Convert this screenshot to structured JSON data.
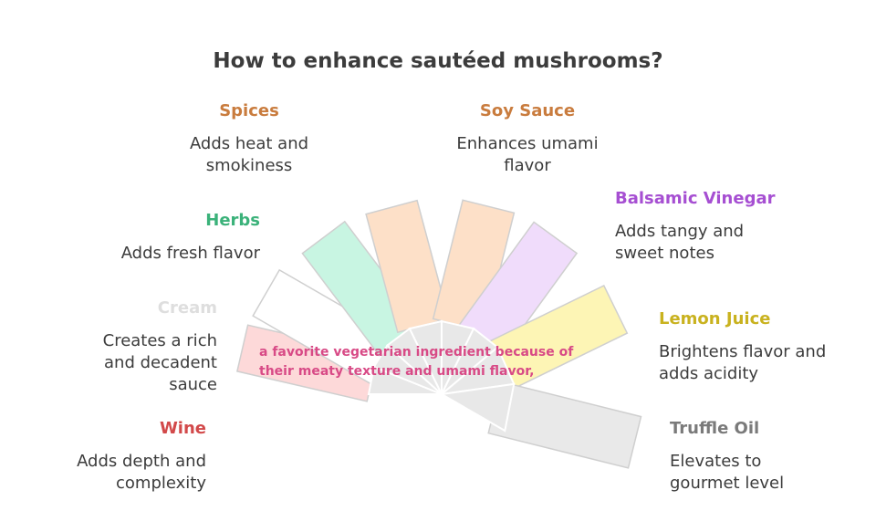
{
  "title": "How to enhance sautéed mushrooms?",
  "center_note": "a favorite vegetarian ingredient because of their meaty texture and umami flavor,",
  "items": [
    {
      "id": "spices",
      "label": "Spices",
      "desc": "Adds heat and smokiness",
      "color": "#c97c3e",
      "fill": "#fde0c8"
    },
    {
      "id": "soy-sauce",
      "label": "Soy Sauce",
      "desc": "Enhances umami flavor",
      "color": "#c97c3e",
      "fill": "#fde0c8"
    },
    {
      "id": "herbs",
      "label": "Herbs",
      "desc": "Adds fresh flavor",
      "color": "#3bb27a",
      "fill": "#c8f5e2"
    },
    {
      "id": "balsamic-vinegar",
      "label": "Balsamic Vinegar",
      "desc": "Adds tangy and sweet notes",
      "color": "#a64fd2",
      "fill": "#f0dcfb"
    },
    {
      "id": "cream",
      "label": "Cream",
      "desc": "Creates a rich and decadent sauce",
      "color": "#dedede",
      "fill": "#ffffff"
    },
    {
      "id": "lemon-juice",
      "label": "Lemon Juice",
      "desc": "Brightens flavor and adds acidity",
      "color": "#c9b21f",
      "fill": "#fdf5b5"
    },
    {
      "id": "wine",
      "label": "Wine",
      "desc": "Adds depth and complexity",
      "color": "#d2494a",
      "fill": "#fdd9d9"
    },
    {
      "id": "truffle-oil",
      "label": "Truffle Oil",
      "desc": "Elevates to gourmet level",
      "color": "#7a7a7a",
      "fill": "#e9e9e9"
    }
  ]
}
